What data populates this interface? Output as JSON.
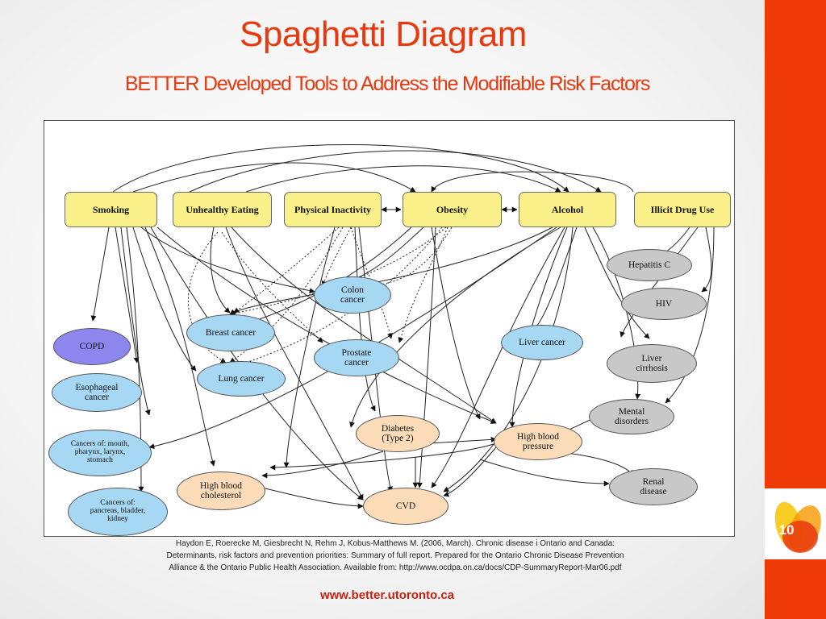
{
  "slide": {
    "title": "Spaghetti Diagram",
    "subtitle": "BETTER Developed Tools to Address the Modifiable Risk Factors",
    "page_number": "10",
    "citation": "Haydon E, Roerecke M, Giesbrecht N, Rehm J, Kobus-Matthews M. (2006, March). Chronic disease i Ontario and Canada: Determinants, risk factors and prevention priorities: Summary of full report. Prepared for the Ontario Chronic Disease Prevention Alliance & the Ontario Public Health Association. Available from: http://www.ocdpa.on.ca/docs/CDP-SummaryReport-Mar06.pdf",
    "url": "www.better.utoronto.ca",
    "colors": {
      "accent": "#e8380d",
      "sidebar": "#ee3a07",
      "risk_box": "#fbf18a",
      "cancer": "#a6d7f3",
      "other_disease": "#c8c8c8",
      "cardio": "#fcdcb8",
      "copd": "#8d86ee"
    }
  },
  "risk_factors": {
    "smoking": "Smoking",
    "unhealthy_eating": "Unhealthy Eating",
    "physical_inactivity": "Physical Inactivity",
    "obesity": "Obesity",
    "alcohol": "Alcohol",
    "illicit_drug_use": "Illicit Drug Use"
  },
  "conditions": {
    "colon_cancer_1": "Colon",
    "colon_cancer_2": "cancer",
    "breast_cancer": "Breast cancer",
    "prostate_cancer_1": "Prostate",
    "prostate_cancer_2": "cancer",
    "lung_cancer": "Lung cancer",
    "liver_cancer": "Liver cancer",
    "hepatitis_c": "Hepatitis C",
    "hiv": "HIV",
    "liver_cirrhosis_1": "Liver",
    "liver_cirrhosis_2": "cirrhosis",
    "copd": "COPD",
    "esophageal_cancer_1": "Esophageal",
    "esophageal_cancer_2": "cancer",
    "cancers_mouth_1": "Cancers of: mouth,",
    "cancers_mouth_2": "pharynx, larynx,",
    "cancers_mouth_3": "stomach",
    "cancers_pancreas_1": "Cancers of:",
    "cancers_pancreas_2": "pancreas, bladder,",
    "cancers_pancreas_3": "kidney",
    "diabetes_1": "Diabetes",
    "diabetes_2": "(Type 2)",
    "high_blood_pressure_1": "High blood",
    "high_blood_pressure_2": "pressure",
    "high_blood_cholesterol_1": "High blood",
    "high_blood_cholesterol_2": "cholesterol",
    "cvd": "CVD",
    "mental_disorders_1": "Mental",
    "mental_disorders_2": "disorders",
    "renal_disease_1": "Renal",
    "renal_disease_2": "disease"
  }
}
